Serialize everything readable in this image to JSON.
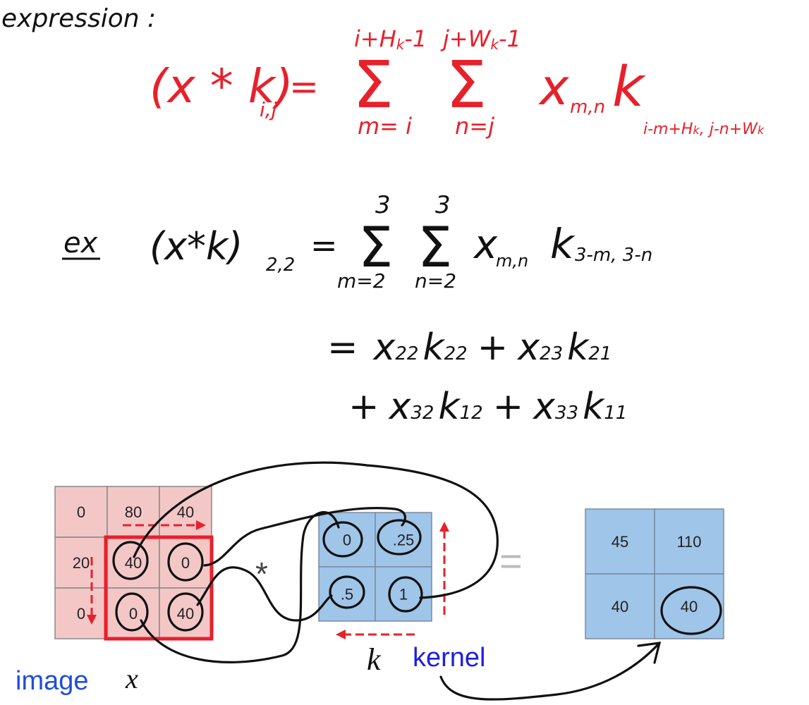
{
  "heading": "expression :",
  "formula": {
    "lhs": "(x * k)",
    "lhs_sub": "i,j",
    "eq": "=",
    "sum1_top": "i+H",
    "sum1_top_sub": "k",
    "sum1_top_tail": "-1",
    "sum1_bottom": "m= i",
    "sum2_top": "j+W",
    "sum2_top_sub": "k",
    "sum2_top_tail": "-1",
    "sum2_bottom": "n=j",
    "term_x": "x",
    "term_x_sub": "m,n",
    "term_k": "k",
    "term_k_sub": "i-m+H",
    "term_k_sub2": "k",
    "term_k_sub3": ", j-n+W",
    "term_k_sub4": "k"
  },
  "example": {
    "prefix": "ex",
    "lhs": "(x*k)",
    "lhs_sub": "2,2",
    "eq": "=",
    "sum1_top": "3",
    "sum1_bottom": "m=2",
    "sum2_top": "3",
    "sum2_bottom": "n=2",
    "term_x": "x",
    "term_x_sub": "m,n",
    "term_k": "k",
    "term_k_sub": "3-m, 3-n",
    "line2": {
      "eq": "=",
      "x1": "x",
      "x1_sub": "22",
      "k1": "k",
      "k1_sub": "22",
      "plus1": "+",
      "x2": "x",
      "x2_sub": "23",
      "k2": "k",
      "k2_sub": "21"
    },
    "line3": {
      "plus0": "+",
      "x3": "x",
      "x3_sub": "32",
      "k3": "k",
      "k3_sub": "12",
      "plus1": "+",
      "x4": "x",
      "x4_sub": "33",
      "k4": "k",
      "k4_sub": "11"
    }
  },
  "image_grid": {
    "cells": [
      [
        "0",
        "80",
        "40"
      ],
      [
        "20",
        "40",
        "0"
      ],
      [
        "0",
        "0",
        "40"
      ]
    ],
    "fill": "#f4c7c7",
    "highlight_color": "#e8202a",
    "label": "image",
    "label_color": "#1f4ed8",
    "math_label": "x"
  },
  "operator": "*",
  "kernel_grid": {
    "cells": [
      [
        "0",
        ".25"
      ],
      [
        ".5",
        "1"
      ]
    ],
    "fill": "#9fc5e8",
    "math_label": "k",
    "label": "kernel",
    "label_color": "#1f1fe0"
  },
  "equals": "=",
  "output_grid": {
    "cells": [
      [
        "45",
        "110"
      ],
      [
        "40",
        "40"
      ]
    ],
    "fill": "#9fc5e8"
  },
  "annotation_color": "#e8202a",
  "ink_color": "#111111"
}
